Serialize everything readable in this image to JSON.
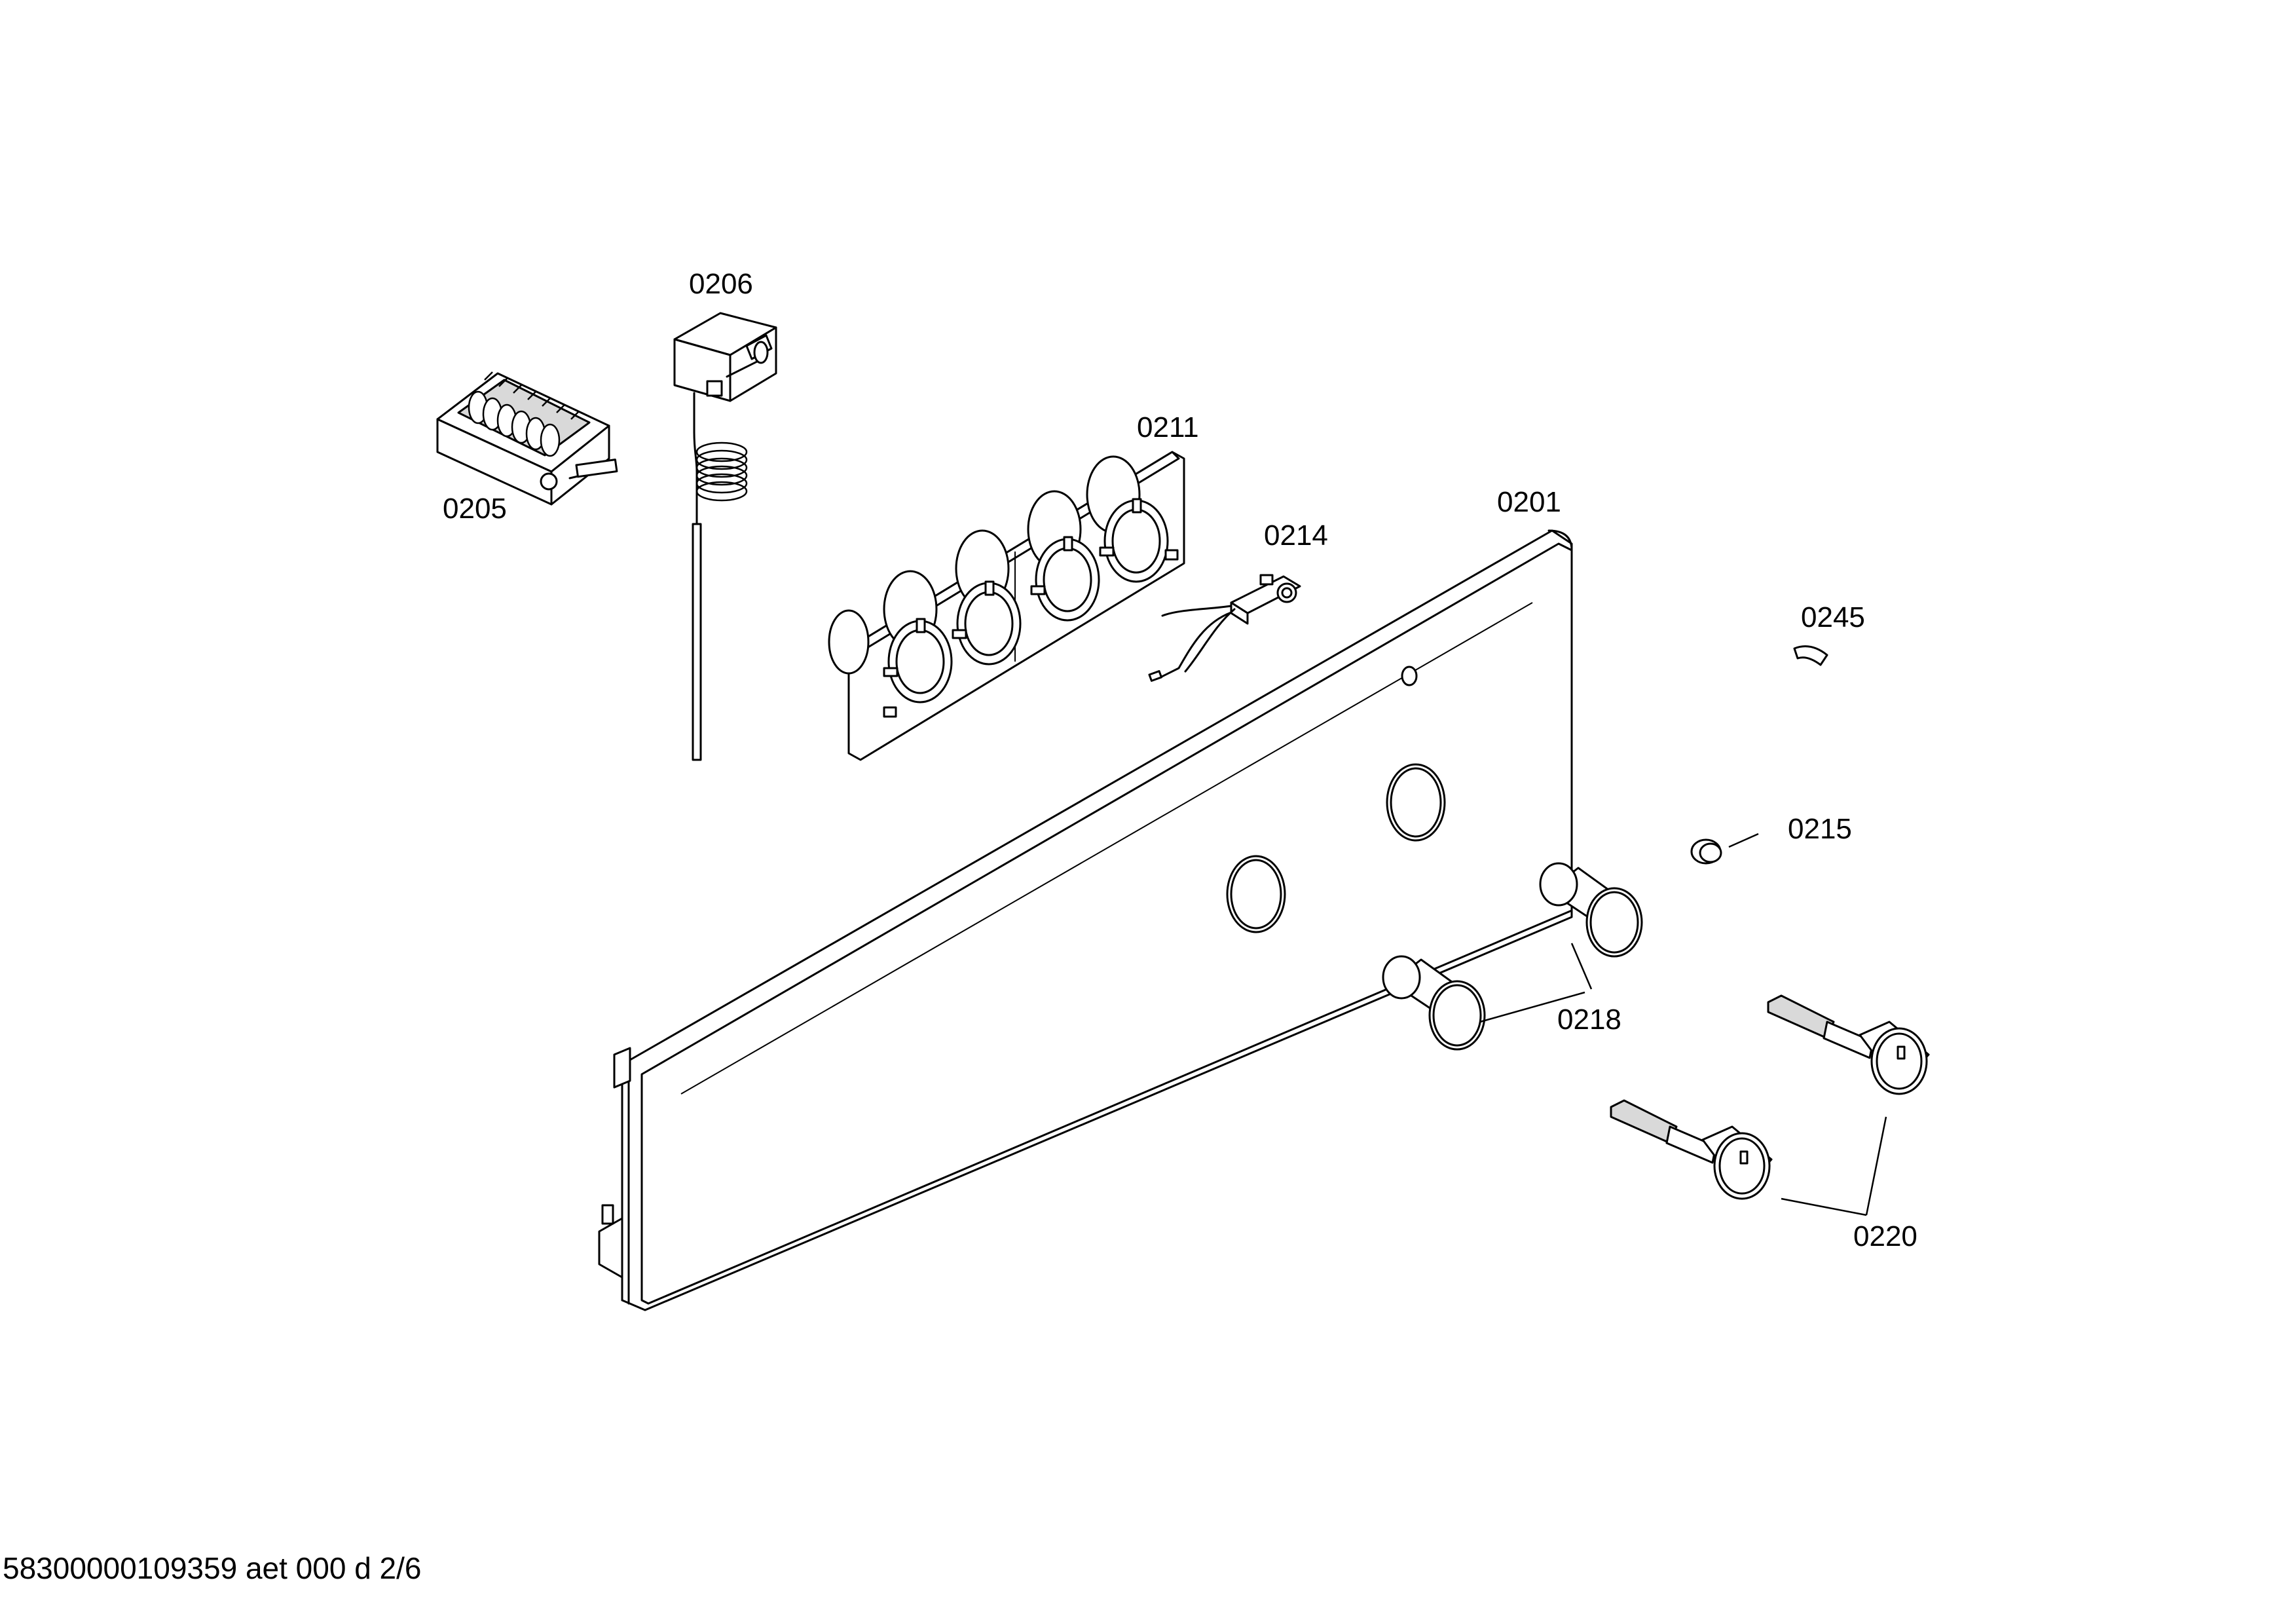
{
  "parts": [
    {
      "id": "0206",
      "label": "0206",
      "name": "thermostat"
    },
    {
      "id": "0205",
      "label": "0205",
      "name": "selector-switch"
    },
    {
      "id": "0211",
      "label": "0211",
      "name": "knob-holder-bracket"
    },
    {
      "id": "0201",
      "label": "0201",
      "name": "control-panel-fascia"
    },
    {
      "id": "0214",
      "label": "0214",
      "name": "indicator-lamp"
    },
    {
      "id": "0245",
      "label": "0245",
      "name": "clip"
    },
    {
      "id": "0215",
      "label": "0215",
      "name": "lamp-lens"
    },
    {
      "id": "0218",
      "label": "0218",
      "name": "knob-ring"
    },
    {
      "id": "0220",
      "label": "0220",
      "name": "control-knob"
    }
  ],
  "footer": {
    "document_id": "58300000109359 aet 000 d 2/6"
  }
}
